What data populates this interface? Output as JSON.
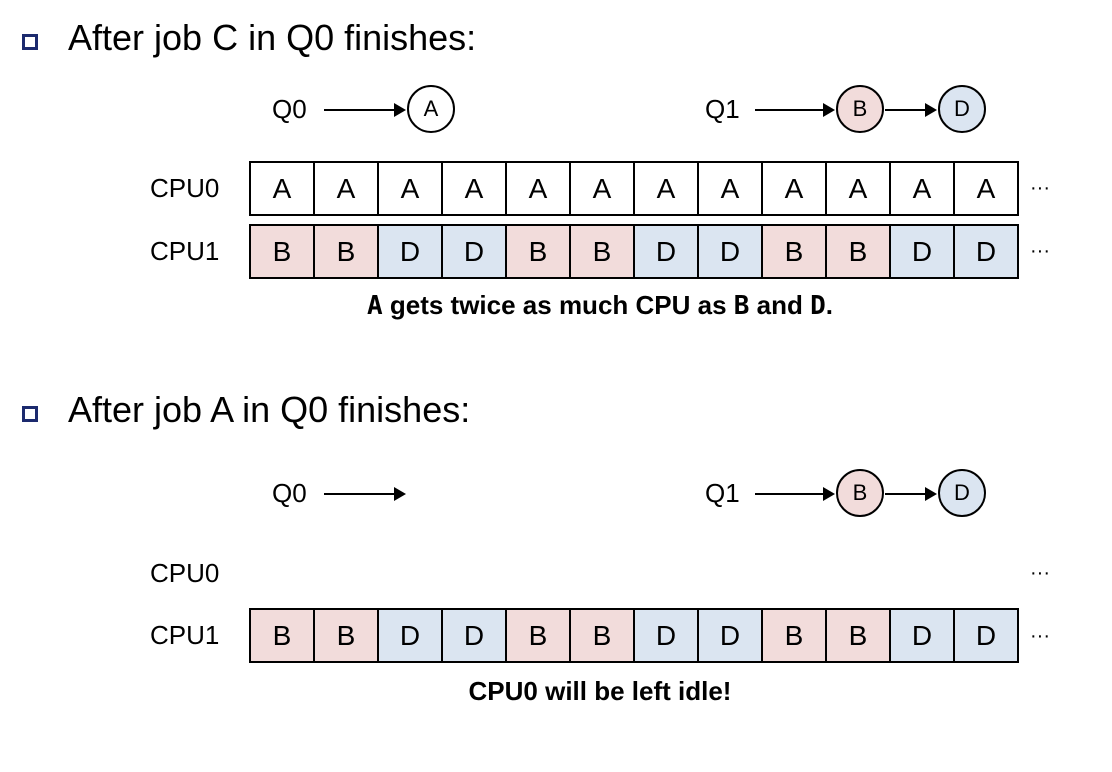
{
  "colors": {
    "job_A": "#ffffff",
    "job_B": "#f2dcdb",
    "job_D": "#dbe5f1",
    "bullet": "#1c2a6e"
  },
  "section1": {
    "heading": "After job C in Q0 finishes:",
    "q0": {
      "label": "Q0",
      "jobs": [
        "A"
      ]
    },
    "q1": {
      "label": "Q1",
      "jobs": [
        "B",
        "D"
      ]
    },
    "cpu0": {
      "label": "CPU0",
      "cells": [
        "A",
        "A",
        "A",
        "A",
        "A",
        "A",
        "A",
        "A",
        "A",
        "A",
        "A",
        "A"
      ],
      "more": "···"
    },
    "cpu1": {
      "label": "CPU1",
      "cells": [
        "B",
        "B",
        "D",
        "D",
        "B",
        "B",
        "D",
        "D",
        "B",
        "B",
        "D",
        "D"
      ],
      "more": "···"
    },
    "caption": {
      "p1": "A",
      "p2": " gets twice as much CPU as ",
      "p3": "B",
      "p4": " and ",
      "p5": "D",
      "p6": "."
    }
  },
  "section2": {
    "heading": "After job A in Q0 finishes:",
    "q0": {
      "label": "Q0",
      "jobs": []
    },
    "q1": {
      "label": "Q1",
      "jobs": [
        "B",
        "D"
      ]
    },
    "cpu0": {
      "label": "CPU0",
      "cells": [],
      "more": "···"
    },
    "cpu1": {
      "label": "CPU1",
      "cells": [
        "B",
        "B",
        "D",
        "D",
        "B",
        "B",
        "D",
        "D",
        "B",
        "B",
        "D",
        "D"
      ],
      "more": "···"
    },
    "caption": "CPU0 will be left idle!"
  }
}
